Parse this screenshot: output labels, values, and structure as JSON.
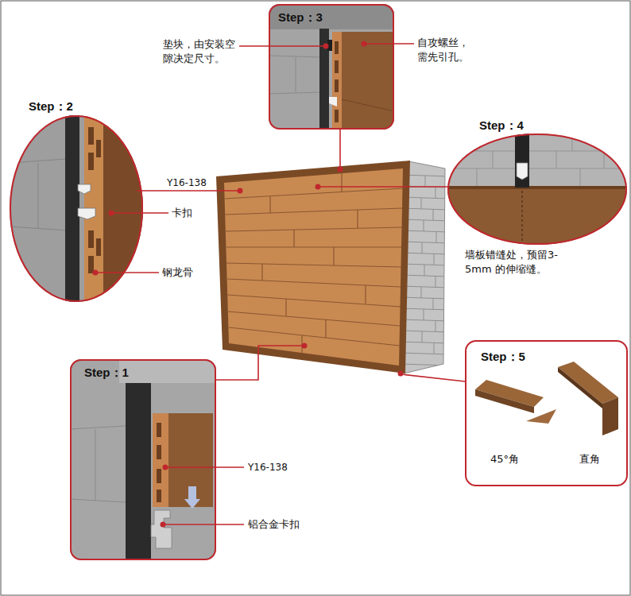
{
  "diagram": {
    "nodes": [
      {
        "text": [
          "Step：3"
        ]
      },
      {
        "text": [
          "Step：2"
        ]
      },
      {
        "text": [
          "Step：4"
        ]
      },
      {
        "text": [
          "Step：1"
        ]
      },
      {
        "text": [
          "Step：5",
          "45°角",
          "直角"
        ]
      }
    ],
    "labels": [
      "垫块，由安装空隙决定尺寸。",
      "自攻螺丝，需先引孔。",
      "Y16-138",
      "卡扣",
      "钢龙骨",
      "墙板错缝处，预留3-5mm 的伸缩缝。",
      "Y16-138",
      "铝合金卡扣"
    ]
  }
}
